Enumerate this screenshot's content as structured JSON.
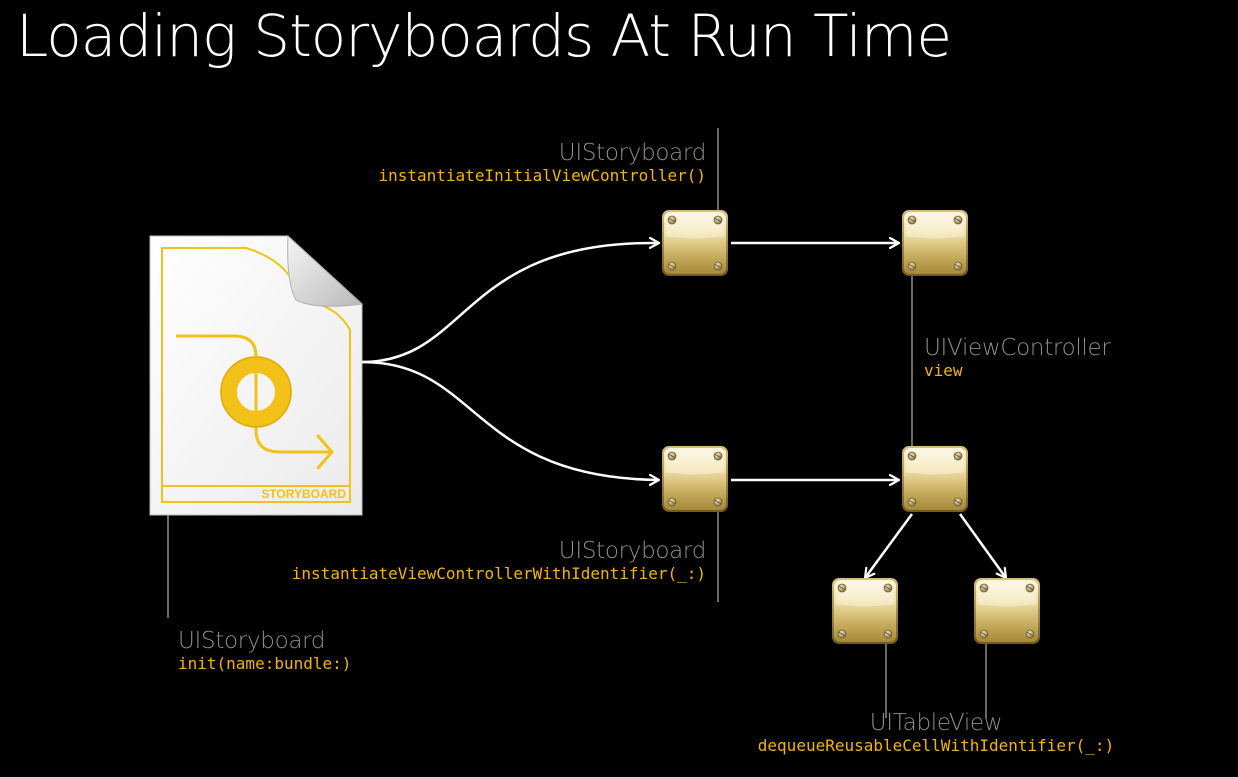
{
  "slide": {
    "title": "Loading Storyboards At Run Time"
  },
  "storyboard_file": {
    "label": "STORYBOARD"
  },
  "labels": {
    "initial": {
      "class_name": "UIStoryboard",
      "method": "instantiateInitialViewController()"
    },
    "view_controller": {
      "class_name": "UIViewController",
      "method": "view"
    },
    "with_identifier": {
      "class_name": "UIStoryboard",
      "method": "instantiateViewControllerWithIdentifier(_:)"
    },
    "init": {
      "class_name": "UIStoryboard",
      "method": "init(name:bundle:)"
    },
    "table_view": {
      "class_name": "UITableView",
      "method": "dequeueReusableCellWithIdentifier(_:)"
    }
  },
  "colors": {
    "background": "#000000",
    "title": "#ffffff",
    "class_label": "#8e8e8e",
    "method_label": "#f5b400",
    "storyboard_accent": "#f2c218",
    "connector": "#ffffff",
    "leader_line": "#6a6a6a"
  }
}
